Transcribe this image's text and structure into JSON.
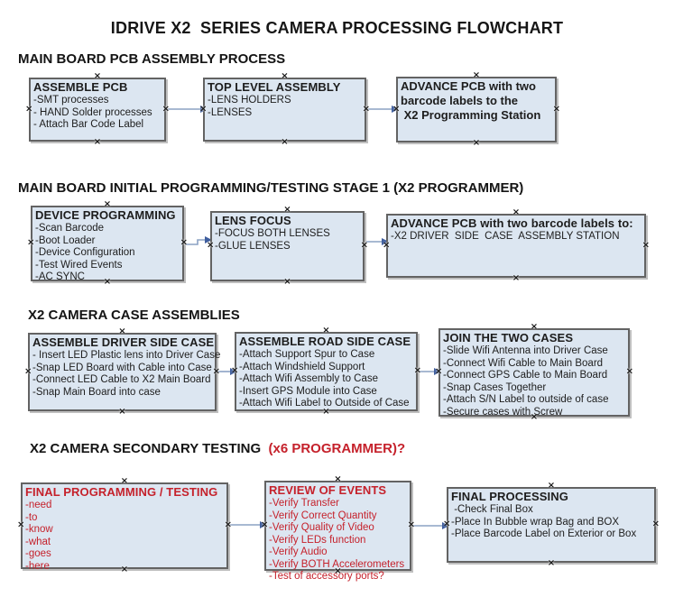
{
  "title": "IDRIVE X2  SERIES CAMERA PROCESSING FLOWCHART",
  "colors": {
    "box_fill": "#dce6f1",
    "box_border": "#636363",
    "red_text": "#c5212b",
    "arrow_line": "#8ba2c4",
    "arrow_head": "#3f5e9e"
  },
  "connection_marker_glyph": "×",
  "sections": [
    {
      "heading": "MAIN BOARD PCB ASSEMBLY PROCESS",
      "heading_red": "",
      "boxes": [
        {
          "title": "ASSEMBLE PCB",
          "lines": [
            "-SMT processes",
            "- HAND Solder processes",
            "- Attach Bar Code Label"
          ]
        },
        {
          "title": "TOP LEVEL ASSEMBLY",
          "lines": [
            "-LENS HOLDERS",
            "-LENSES"
          ]
        },
        {
          "title": "",
          "emphasis": "bold",
          "lines": [
            "ADVANCE PCB with two",
            "barcode labels to the",
            " X2 Programming Station"
          ]
        }
      ]
    },
    {
      "heading": "MAIN BOARD INITIAL PROGRAMMING/TESTING STAGE 1 (X2 PROGRAMMER)",
      "heading_red": "",
      "boxes": [
        {
          "title": "DEVICE PROGRAMMING",
          "lines": [
            "-Scan Barcode",
            "-Boot Loader",
            "-Device Configuration",
            "-Test Wired Events",
            "-AC SYNC"
          ]
        },
        {
          "title": "LENS FOCUS",
          "lines": [
            "-FOCUS BOTH LENSES",
            "-GLUE LENSES"
          ]
        },
        {
          "title": "ADVANCE PCB with two barcode labels to:",
          "lines": [
            "-X2 DRIVER  SIDE  CASE  ASSEMBLY STATION"
          ]
        }
      ]
    },
    {
      "heading": "X2 CAMERA CASE ASSEMBLIES",
      "heading_red": "",
      "boxes": [
        {
          "title": "ASSEMBLE DRIVER SIDE CASE",
          "lines": [
            "- Insert LED Plastic lens into Driver Case",
            "-Snap LED Board with Cable into Case",
            "-Connect LED Cable to X2 Main Board",
            "-Snap Main Board into case"
          ]
        },
        {
          "title": "ASSEMBLE ROAD SIDE CASE",
          "lines": [
            "-Attach Support Spur to Case",
            "-Attach Windshield Support",
            "-Attach Wifi Assembly to Case",
            "-Insert GPS Module into Case",
            "-Attach Wifi Label to Outside of Case"
          ]
        },
        {
          "title": "JOIN THE TWO CASES",
          "lines": [
            "-Slide Wifi Antenna into Driver Case",
            "-Connect Wifi Cable to Main Board",
            "-Connect GPS Cable to Main Board",
            "-Snap Cases Together",
            "-Attach S/N Label to outside of case",
            "-Secure cases with Screw"
          ]
        }
      ]
    },
    {
      "heading": "X2 CAMERA SECONDARY TESTING ",
      "heading_red": " (x6 PROGRAMMER)?",
      "boxes": [
        {
          "title": "FINAL PROGRAMMING / TESTING",
          "text_color": "red",
          "lines": [
            "-need",
            "-to",
            "-know",
            "-what",
            "-goes",
            "-here"
          ]
        },
        {
          "title": "REVIEW OF EVENTS",
          "text_color": "red",
          "lines": [
            "-Verify Transfer",
            "-Verify Correct Quantity",
            "-Verify Quality of Video",
            "-Verify LEDs function",
            "-Verify Audio",
            "-Verify BOTH Accelerometers",
            "-Test of accessory ports?"
          ]
        },
        {
          "title": "FINAL PROCESSING",
          "lines": [
            " -Check Final Box",
            "-Place In Bubble wrap Bag and BOX",
            "-Place Barcode Label on Exterior or Box"
          ]
        }
      ]
    }
  ]
}
